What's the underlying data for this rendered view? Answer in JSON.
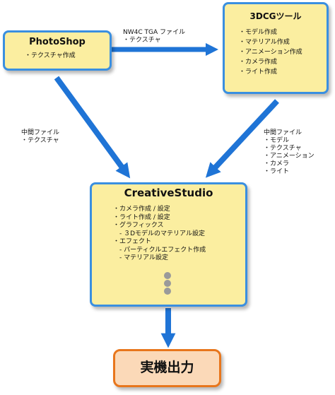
{
  "photoshop": {
    "title": "PhotoShop",
    "lines": [
      "・テクスチャ作成"
    ]
  },
  "dcg": {
    "title": "3DCGツール",
    "lines": [
      "・モデル作成",
      "・マテリアル作成",
      "・アニメーション作成",
      "・カメラ作成",
      "・ライト作成"
    ]
  },
  "creative": {
    "title": "CreativeStudio",
    "lines": [
      "・カメラ作成 / 設定",
      "・ライト作成 / 設定",
      "・グラフィックス",
      "　- ３Dモデルのマテリアル設定",
      "・エフェクト",
      "　- パーティクルエフェクト作成",
      "　- マテリアル設定"
    ]
  },
  "output": {
    "title": "実機出力"
  },
  "labels": {
    "top": [
      "NW4C TGA ファイル",
      "・テクスチャ"
    ],
    "left": [
      "中間ファイル",
      "・テクスチャ"
    ],
    "right": [
      "中間ファイル",
      "・モデル",
      "・テクスチャ",
      "・アニメーション",
      "・カメラ",
      "・ライト"
    ]
  },
  "colors": {
    "box_fill": "#fbeea0",
    "box_border": "#3a8fe0",
    "arrow": "#1f74d6",
    "output_fill": "#fbd9b8",
    "output_border": "#e8761c"
  }
}
